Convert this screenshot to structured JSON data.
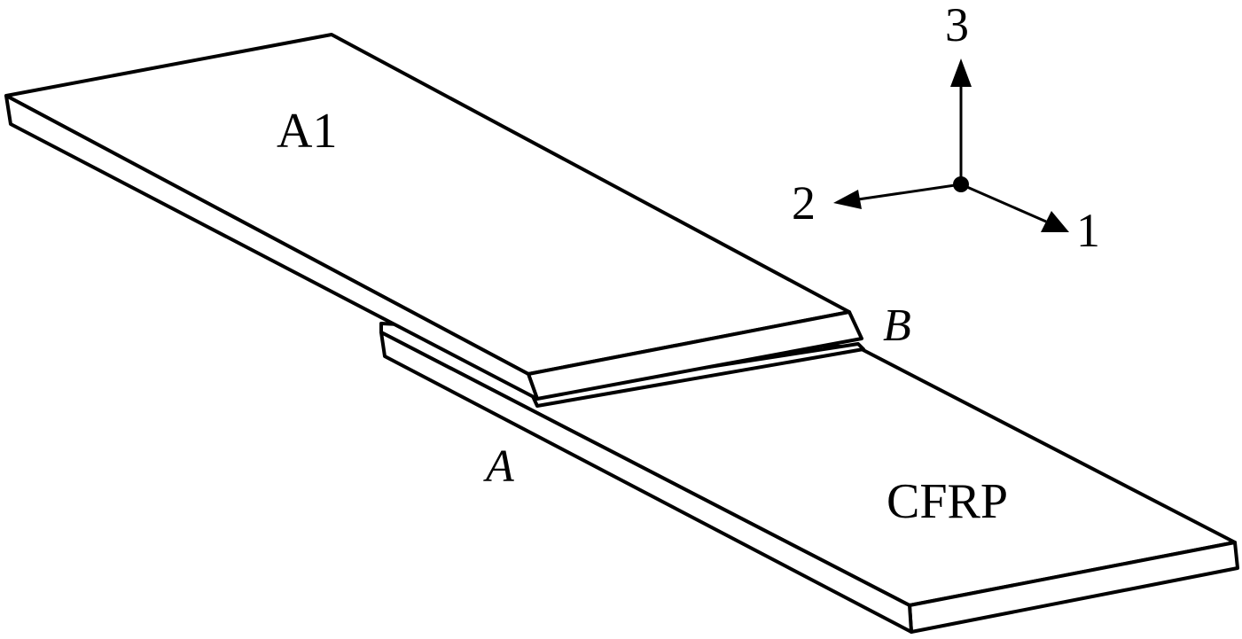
{
  "labels": {
    "top_plate": "A1",
    "bottom_plate": "CFRP",
    "point_a": "A",
    "point_b": "B"
  },
  "axes": {
    "axis_1": "1",
    "axis_2": "2",
    "axis_3": "3"
  },
  "colors": {
    "line": "#000000",
    "background": "#ffffff"
  }
}
